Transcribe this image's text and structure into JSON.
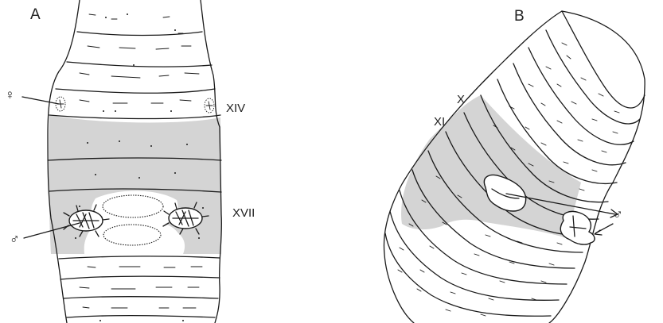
{
  "figure": {
    "panel_a": {
      "letter": "A",
      "segment_upper": "XIV",
      "segment_lower": "XVII",
      "female_symbol": "♀",
      "male_symbol": "♂"
    },
    "panel_b": {
      "letter": "B",
      "segment_x": "X",
      "segment_xi": "XI",
      "male_symbol": "♂"
    },
    "colors": {
      "shade": "#d4d4d4",
      "ink": "#1a1a1a",
      "background": "#ffffff"
    }
  }
}
